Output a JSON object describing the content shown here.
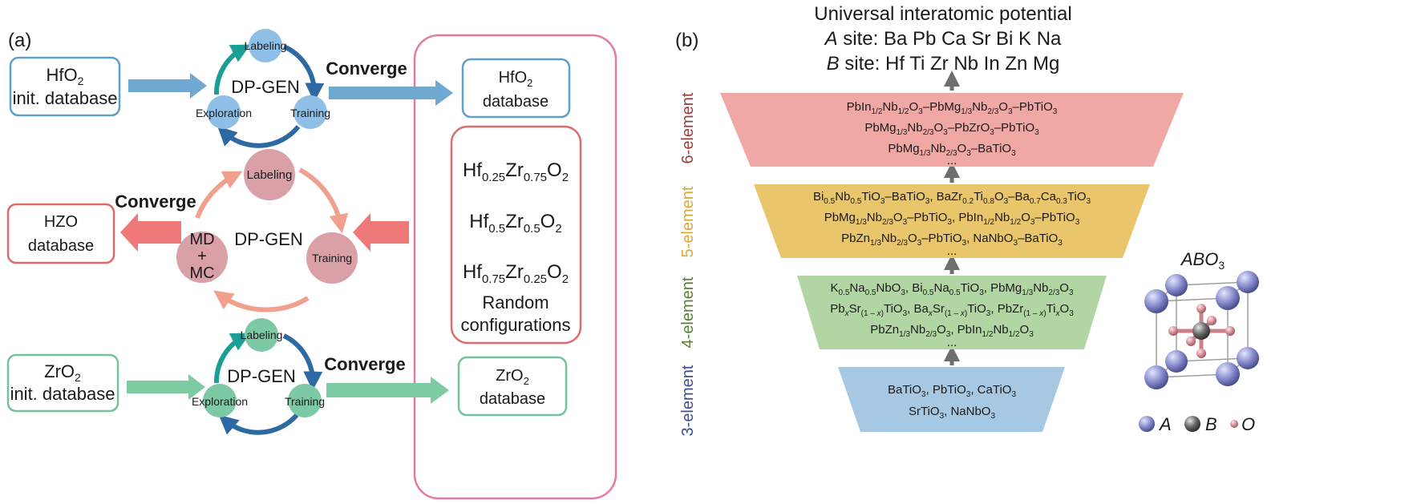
{
  "panel_a": {
    "label": "(a)",
    "hfo2": {
      "init_line1_main": "HfO",
      "init_line1_sub": "2",
      "init_line2": "init. database",
      "db_line1_main": "HfO",
      "db_line1_sub": "2",
      "db_line2": "database",
      "cycle_title": "DP-GEN",
      "labeling": "Labeling",
      "training": "Training",
      "exploration": "Exploration",
      "converge": "Converge"
    },
    "hzo": {
      "cycle_title": "DP-GEN",
      "labeling": "Labeling",
      "training": "Training",
      "md1": "MD",
      "md2": "+",
      "md3": "MC",
      "converge": "Converge",
      "db_line1": "HZO",
      "db_line2": "database"
    },
    "zro2": {
      "init_line1_main": "ZrO",
      "init_line1_sub": "2",
      "init_line2": "init. database",
      "db_line1_main": "ZrO",
      "db_line1_sub": "2",
      "db_line2": "database",
      "cycle_title": "DP-GEN",
      "labeling": "Labeling",
      "training": "Training",
      "exploration": "Exploration",
      "converge": "Converge"
    },
    "random": {
      "c1": {
        "hf": "Hf",
        "hf_sub": "0.25",
        "zr": "Zr",
        "zr_sub": "0.75",
        "o": "O",
        "o_sub": "2"
      },
      "c2": {
        "hf": "Hf",
        "hf_sub": "0.5",
        "zr": "Zr",
        "zr_sub": "0.5",
        "o": "O",
        "o_sub": "2"
      },
      "c3": {
        "hf": "Hf",
        "hf_sub": "0.75",
        "zr": "Zr",
        "zr_sub": "0.25",
        "o": "O",
        "o_sub": "2"
      },
      "line1": "Random",
      "line2": "configurations"
    }
  },
  "panel_b": {
    "label": "(b)",
    "title": "Universal interatomic potential",
    "a_site_label": "A",
    "a_site_text": " site: Ba Pb Ca Sr Bi K Na",
    "b_site_label": "B",
    "b_site_text": " site: Hf Ti Zr Nb In Zn Mg",
    "tiers": [
      {
        "label": "6-element",
        "color": "#f0a8a5",
        "label_color": "#9e3c3c"
      },
      {
        "label": "5-element",
        "color": "#e9c56c",
        "label_color": "#d8a93a"
      },
      {
        "label": "4-element",
        "color": "#b1d6a3",
        "label_color": "#5b7f3a"
      },
      {
        "label": "3-element",
        "color": "#a6c8e3",
        "label_color": "#3f4d8c"
      }
    ],
    "ellipsis": "...",
    "structure_label_main": "ABO",
    "structure_label_sub": "3",
    "legend": {
      "a": "A",
      "b": "B",
      "o": "O"
    }
  },
  "colors": {
    "blue_box": "#5fa0c8",
    "blue_arrow": "#6fa8d1",
    "blue_node": "#8fbfe6",
    "red_box": "#e06b6b",
    "red_arrow": "#ef7878",
    "red_node": "#d9a0a8",
    "green_box": "#74c39e",
    "green_arrow": "#7ccba3",
    "green_node": "#7dc9a6",
    "pink_frame": "#e47aa5",
    "atom_a": "#8a8fd0",
    "atom_b": "#6a6a6a",
    "atom_o": "#d9929a"
  }
}
